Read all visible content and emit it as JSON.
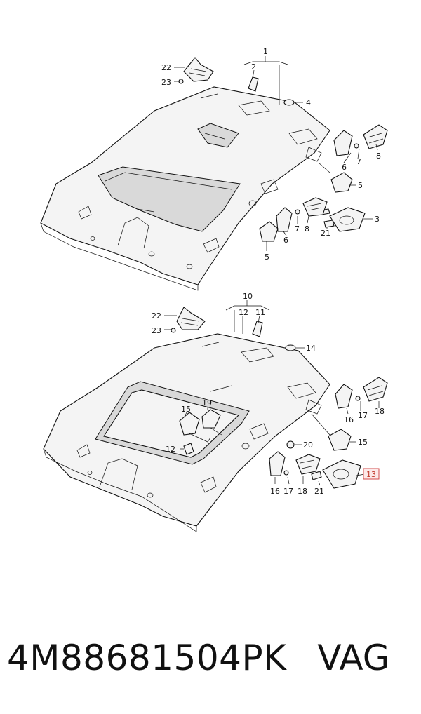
{
  "diagram": {
    "top": {
      "callouts": [
        "1",
        "2",
        "4",
        "6",
        "7",
        "8",
        "5",
        "3",
        "21",
        "7",
        "8",
        "6",
        "5",
        "22",
        "23"
      ]
    },
    "bottom": {
      "callouts": [
        "10",
        "12",
        "11",
        "14",
        "22",
        "23",
        "15",
        "19",
        "16",
        "17",
        "18",
        "15",
        "12",
        "20",
        "16",
        "17",
        "18",
        "21",
        "13"
      ]
    }
  },
  "footer": {
    "part_number": "4M88681504PK",
    "brand": "VAG"
  },
  "colors": {
    "highlight_border": "#d24a4a",
    "highlight_fill": "#fde9e9",
    "line": "#111111"
  }
}
